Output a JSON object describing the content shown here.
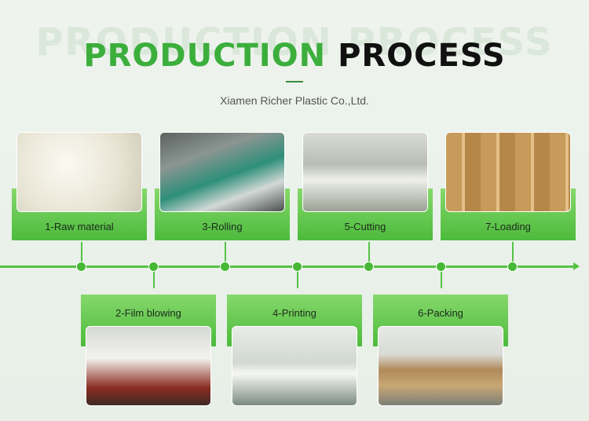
{
  "header": {
    "watermark": "PRODUCTION PROCESS",
    "title_green": "PRODUCTION",
    "title_black": "PROCESS",
    "subtitle": "Xiamen Richer Plastic Co.,Ltd."
  },
  "steps": [
    {
      "label": "1-Raw material",
      "image": "raw-material-photo"
    },
    {
      "label": "2-Film blowing",
      "image": "film-blowing-photo"
    },
    {
      "label": "3-Rolling",
      "image": "rolling-photo"
    },
    {
      "label": "4-Printing",
      "image": "printing-photo"
    },
    {
      "label": "5-Cutting",
      "image": "cutting-photo"
    },
    {
      "label": "6-Packing",
      "image": "packing-photo"
    },
    {
      "label": "7-Loading",
      "image": "loading-photo"
    }
  ],
  "colors": {
    "accent": "#3cae3c",
    "band": "#4cbb3c",
    "dark": "#111111"
  }
}
